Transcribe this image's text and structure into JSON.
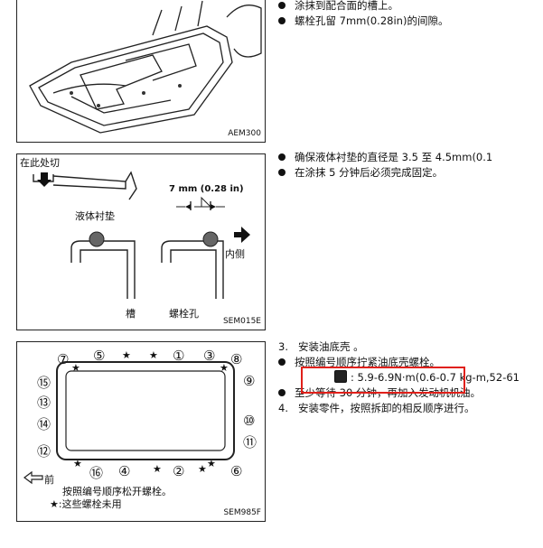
{
  "panel1": {
    "code": "AEM300"
  },
  "panel2": {
    "cut_label": "在此处切",
    "gap_label": "7 mm (0.28 in)",
    "gasket_label": "液体衬垫",
    "inside_label": "内侧",
    "groove_label": "槽",
    "bolt_hole_label": "螺栓孔",
    "code": "SEM015E"
  },
  "panel3": {
    "front_label": "前",
    "bolt_numbers": [
      "1",
      "2",
      "3",
      "4",
      "5",
      "6",
      "7",
      "8",
      "9",
      "10",
      "11",
      "12",
      "13",
      "14",
      "15",
      "16"
    ],
    "caption1": "按照编号顺序松开螺栓。",
    "caption2": "★:这些螺栓未用",
    "code": "SEM985F"
  },
  "section1": {
    "items": [
      "涂抹到配合面的槽上。",
      "螺栓孔留 7mm(0.28in)的间隙。"
    ]
  },
  "section2": {
    "items": [
      "确保液体衬垫的直径是 3.5 至 4.5mm(0.1",
      "在涂抹 5 分钟后必须完成固定。"
    ]
  },
  "section3": {
    "step3_num": "3.",
    "step3_text": "安装油底壳 。",
    "bullet1": "按照编号顺序拧紧油底壳螺栓。",
    "torque": ": 5.9-6.9N·m(0.6-0.7 kg-m,52-61",
    "bullet2": "至少等待 30 分钟，再加入发动机机油。",
    "step4_num": "4.",
    "step4_text": "安装零件，按照拆卸的相反顺序进行。"
  },
  "colors": {
    "highlight": "#e0201a"
  }
}
